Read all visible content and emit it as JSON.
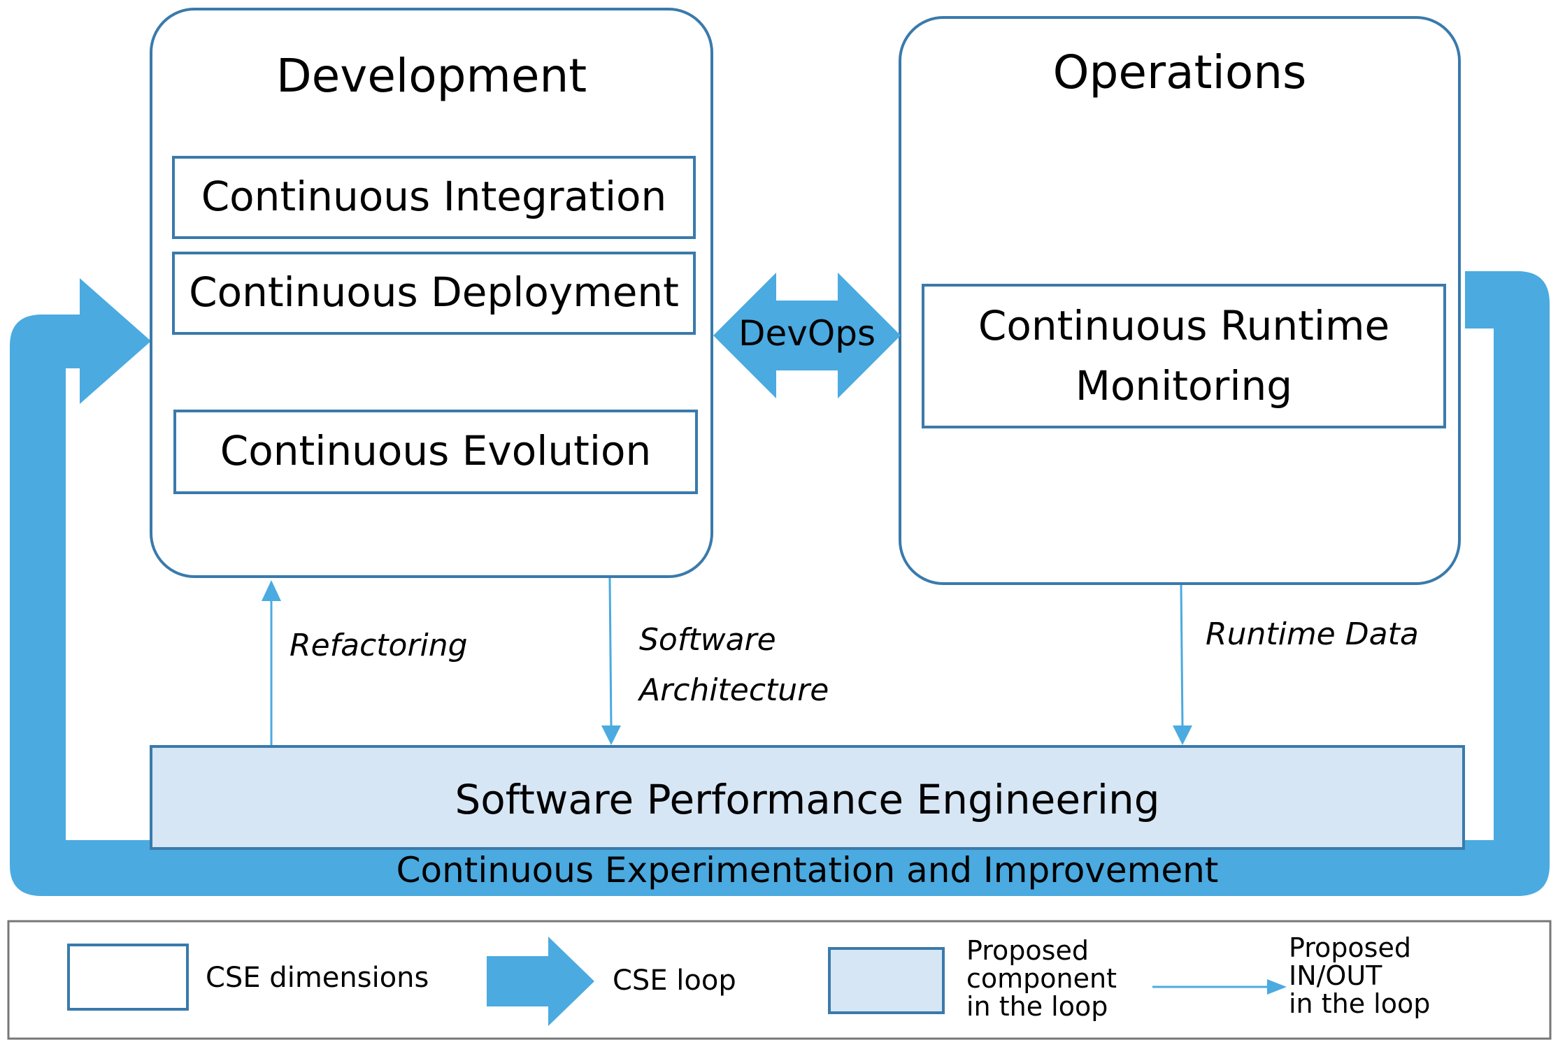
{
  "development": {
    "title": "Development",
    "items": [
      "Continuous Integration",
      "Continuous Deployment",
      "Continuous Evolution"
    ]
  },
  "operations": {
    "title": "Operations",
    "item_line1": "Continuous Runtime",
    "item_line2": "Monitoring"
  },
  "devops_label": "DevOps",
  "flows": {
    "refactoring": "Refactoring",
    "software_architecture_line1": "Software",
    "software_architecture_line2": "Architecture",
    "runtime_data": "Runtime Data"
  },
  "spe_label": "Software Performance Engineering",
  "loop_label": "Continuous Experimentation and Improvement",
  "legend": {
    "cse_dimensions": "CSE dimensions",
    "cse_loop": "CSE loop",
    "proposed_component_line1": "Proposed",
    "proposed_component_line2": "component",
    "proposed_component_line3": "in the loop",
    "proposed_inout_line1": "Proposed",
    "proposed_inout_line2": "IN/OUT",
    "proposed_inout_line3": "in the loop"
  },
  "colors": {
    "box_border": "#3a7aab",
    "loop_blue": "#4baae0",
    "spe_fill": "#d6e6f5",
    "thin_arrow": "#4baae0",
    "legend_border": "#777777"
  }
}
